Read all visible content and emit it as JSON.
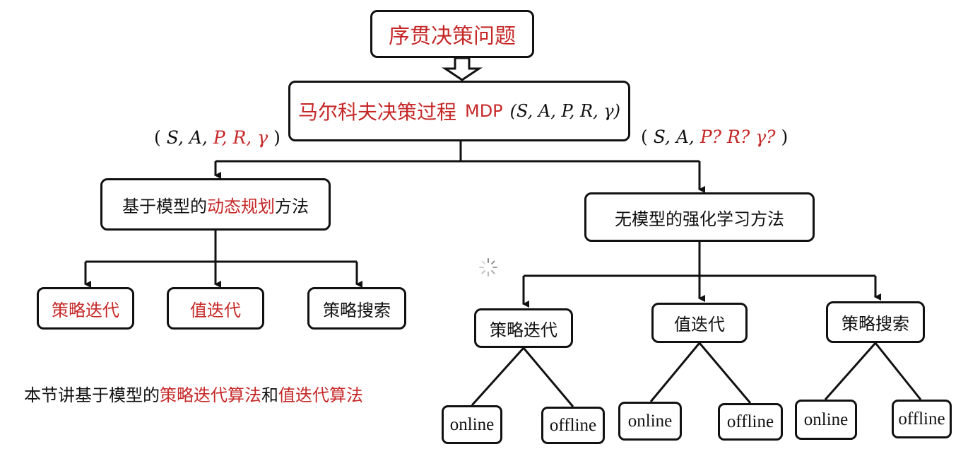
{
  "root": {
    "label": "序贯决策问题"
  },
  "mdp": {
    "label": "马尔科夫决策过程",
    "abbr": "MDP",
    "tuple": "(S, A, P, R, γ)"
  },
  "left_tuple": {
    "open": "(",
    "s": "S,",
    "a": "A,",
    "p": "P,",
    "r": "R,",
    "g": "γ",
    "close": ")"
  },
  "right_tuple": {
    "open": "(",
    "s": "S,",
    "a": "A,",
    "p": "P?",
    "r": "R?",
    "g": "γ?",
    "close": ")"
  },
  "model_based": {
    "pre": "基于模型的",
    "highlight": "动态规划",
    "post": "方法",
    "children": [
      "策略迭代",
      "值迭代",
      "策略搜索"
    ]
  },
  "model_free": {
    "label": "无模型的强化学习方法",
    "children": [
      "策略迭代",
      "值迭代",
      "策略搜索"
    ],
    "leaves": {
      "online": "online",
      "offline": "offline"
    }
  },
  "note": {
    "pre": "本节讲基于模型的",
    "h1": "策略迭代算法",
    "mid": "和",
    "h2": "值迭代算法"
  },
  "colors": {
    "accent": "#c62828",
    "line": "#111111"
  }
}
